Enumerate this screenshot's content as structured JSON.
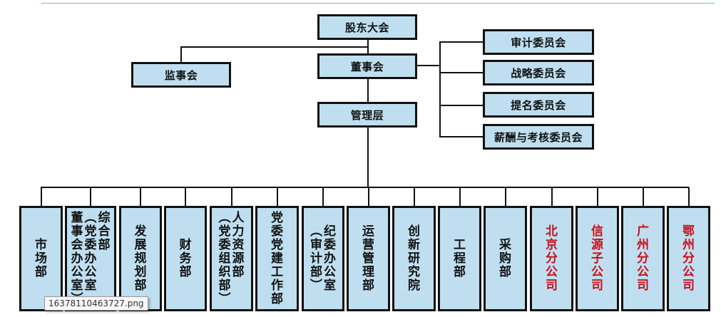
{
  "diagram": {
    "type": "org-chart",
    "top": {
      "shareholders": "股东大会",
      "supervisory_board": "监事会",
      "board_of_directors": "董事会",
      "management": "管理层"
    },
    "committees": [
      "审计委员会",
      "战略委员会",
      "提名委员会",
      "薪酬与考核委员会"
    ],
    "departments": [
      {
        "columns": [
          "市场部"
        ],
        "highlight": false
      },
      {
        "columns": [
          "综合部",
          "（党委办公室",
          "董事会办公室）"
        ],
        "highlight": false
      },
      {
        "columns": [
          "发展规划部"
        ],
        "highlight": false
      },
      {
        "columns": [
          "财务部"
        ],
        "highlight": false
      },
      {
        "columns": [
          "人力资源部",
          "（党委组织部）"
        ],
        "highlight": false
      },
      {
        "columns": [
          "党委党建工作部"
        ],
        "highlight": false
      },
      {
        "columns": [
          "纪委办公室",
          "（审计部）"
        ],
        "highlight": false
      },
      {
        "columns": [
          "运营管理部"
        ],
        "highlight": false
      },
      {
        "columns": [
          "创新研究院"
        ],
        "highlight": false
      },
      {
        "columns": [
          "工程部"
        ],
        "highlight": false
      },
      {
        "columns": [
          "采购部"
        ],
        "highlight": false
      },
      {
        "columns": [
          "北京分公司"
        ],
        "highlight": true
      },
      {
        "columns": [
          "信源子公司"
        ],
        "highlight": true
      },
      {
        "columns": [
          "广州分公司"
        ],
        "highlight": true
      },
      {
        "columns": [
          "鄂州分公司"
        ],
        "highlight": true
      }
    ],
    "colors": {
      "box_fill": "#bfdff0",
      "border": "#111111",
      "highlight_text": "#c8101c"
    }
  },
  "tooltip": {
    "filename": "16378110463727.png"
  }
}
